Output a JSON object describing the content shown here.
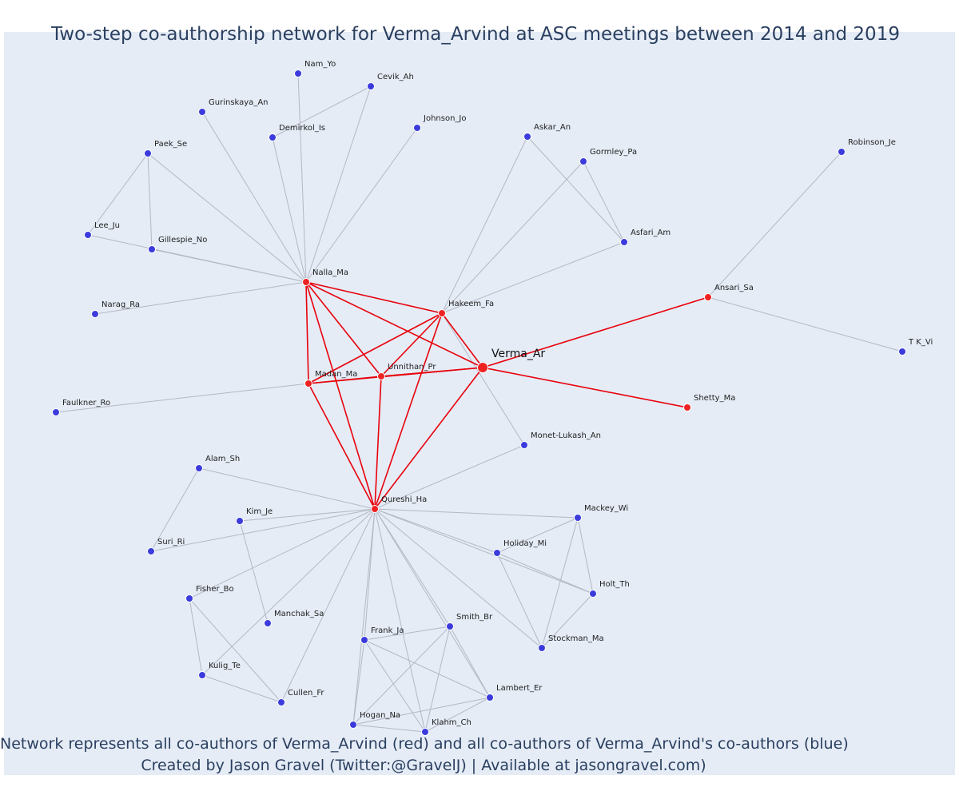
{
  "title": "Two-step co-authorship network for Verma_Arvind at ASC meetings between 2014 and 2019",
  "caption": {
    "line1": "Network represents all co-authors of Verma_Arvind (red) and all co-authors of Verma_Arvind's co-authors (blue)",
    "line2": "Created by Jason Gravel (Twitter:@GravelJ) | Available at jasongravel.com)"
  },
  "colors": {
    "background": "#e5ecf6",
    "red_node": "#ee2222",
    "blue_node": "#3b3bdd",
    "red_edge": "#e8000b",
    "grey_edge": "#b4b8c4"
  },
  "nodes": [
    {
      "id": "Verma_Ar",
      "label": "Verma_Ar",
      "group": "center"
    },
    {
      "id": "Nalla_Ma",
      "label": "Nalla_Ma",
      "group": "red"
    },
    {
      "id": "Hakeem_Fa",
      "label": "Hakeem_Fa",
      "group": "red"
    },
    {
      "id": "Unnithan_Pr",
      "label": "Unnithan_Pr",
      "group": "red"
    },
    {
      "id": "Madan_Ma",
      "label": "Madan_Ma",
      "group": "red"
    },
    {
      "id": "Qureshi_Ha",
      "label": "Qureshi_Ha",
      "group": "red"
    },
    {
      "id": "Ansari_Sa",
      "label": "Ansari_Sa",
      "group": "red"
    },
    {
      "id": "Shetty_Ma",
      "label": "Shetty_Ma",
      "group": "red"
    },
    {
      "id": "Nam_Yo",
      "label": "Nam_Yo",
      "group": "blue"
    },
    {
      "id": "Cevik_Ah",
      "label": "Cevik_Ah",
      "group": "blue"
    },
    {
      "id": "Gurinskaya_An",
      "label": "Gurinskaya_An",
      "group": "blue"
    },
    {
      "id": "Demirkol_Is",
      "label": "Demirkol_Is",
      "group": "blue"
    },
    {
      "id": "Johnson_Jo",
      "label": "Johnson_Jo",
      "group": "blue"
    },
    {
      "id": "Askar_An",
      "label": "Askar_An",
      "group": "blue"
    },
    {
      "id": "Paek_Se",
      "label": "Paek_Se",
      "group": "blue"
    },
    {
      "id": "Gormley_Pa",
      "label": "Gormley_Pa",
      "group": "blue"
    },
    {
      "id": "Robinson_Je",
      "label": "Robinson_Je",
      "group": "blue"
    },
    {
      "id": "Lee_Ju",
      "label": "Lee_Ju",
      "group": "blue"
    },
    {
      "id": "Gillespie_No",
      "label": "Gillespie_No",
      "group": "blue"
    },
    {
      "id": "Asfari_Am",
      "label": "Asfari_Am",
      "group": "blue"
    },
    {
      "id": "Narag_Ra",
      "label": "Narag_Ra",
      "group": "blue"
    },
    {
      "id": "T K_Vi",
      "label": "T K_Vi",
      "group": "blue"
    },
    {
      "id": "Faulkner_Ro",
      "label": "Faulkner_Ro",
      "group": "blue"
    },
    {
      "id": "Monet-Lukash_An",
      "label": "Monet-Lukash_An",
      "group": "blue"
    },
    {
      "id": "Alam_Sh",
      "label": "Alam_Sh",
      "group": "blue"
    },
    {
      "id": "Kim_Je",
      "label": "Kim_Je",
      "group": "blue"
    },
    {
      "id": "Mackey_Wi",
      "label": "Mackey_Wi",
      "group": "blue"
    },
    {
      "id": "Suri_Ri",
      "label": "Suri_Ri",
      "group": "blue"
    },
    {
      "id": "Holiday_Mi",
      "label": "Holiday_Mi",
      "group": "blue"
    },
    {
      "id": "Fisher_Bo",
      "label": "Fisher_Bo",
      "group": "blue"
    },
    {
      "id": "Holt_Th",
      "label": "Holt_Th",
      "group": "blue"
    },
    {
      "id": "Manchak_Sa",
      "label": "Manchak_Sa",
      "group": "blue"
    },
    {
      "id": "Smith_Br",
      "label": "Smith_Br",
      "group": "blue"
    },
    {
      "id": "Frank_Ja",
      "label": "Frank_Ja",
      "group": "blue"
    },
    {
      "id": "Stockman_Ma",
      "label": "Stockman_Ma",
      "group": "blue"
    },
    {
      "id": "Kulig_Te",
      "label": "Kulig_Te",
      "group": "blue"
    },
    {
      "id": "Cullen_Fr",
      "label": "Cullen_Fr",
      "group": "blue"
    },
    {
      "id": "Lambert_Er",
      "label": "Lambert_Er",
      "group": "blue"
    },
    {
      "id": "Hogan_Na",
      "label": "Hogan_Na",
      "group": "blue"
    },
    {
      "id": "Klahm_Ch",
      "label": "Klahm_Ch",
      "group": "blue"
    }
  ],
  "edges": [
    [
      "Verma_Ar",
      "Nalla_Ma",
      "red"
    ],
    [
      "Verma_Ar",
      "Hakeem_Fa",
      "red"
    ],
    [
      "Verma_Ar",
      "Unnithan_Pr",
      "red"
    ],
    [
      "Verma_Ar",
      "Madan_Ma",
      "red"
    ],
    [
      "Verma_Ar",
      "Qureshi_Ha",
      "red"
    ],
    [
      "Verma_Ar",
      "Ansari_Sa",
      "red"
    ],
    [
      "Verma_Ar",
      "Shetty_Ma",
      "red"
    ],
    [
      "Nalla_Ma",
      "Hakeem_Fa",
      "red"
    ],
    [
      "Nalla_Ma",
      "Unnithan_Pr",
      "red"
    ],
    [
      "Nalla_Ma",
      "Madan_Ma",
      "red"
    ],
    [
      "Nalla_Ma",
      "Qureshi_Ha",
      "red"
    ],
    [
      "Hakeem_Fa",
      "Unnithan_Pr",
      "red"
    ],
    [
      "Hakeem_Fa",
      "Madan_Ma",
      "red"
    ],
    [
      "Hakeem_Fa",
      "Qureshi_Ha",
      "red"
    ],
    [
      "Unnithan_Pr",
      "Madan_Ma",
      "red"
    ],
    [
      "Unnithan_Pr",
      "Qureshi_Ha",
      "red"
    ],
    [
      "Madan_Ma",
      "Qureshi_Ha",
      "red"
    ],
    [
      "Nalla_Ma",
      "Nam_Yo",
      "grey"
    ],
    [
      "Nalla_Ma",
      "Cevik_Ah",
      "grey"
    ],
    [
      "Nalla_Ma",
      "Gurinskaya_An",
      "grey"
    ],
    [
      "Nalla_Ma",
      "Demirkol_Is",
      "grey"
    ],
    [
      "Nalla_Ma",
      "Johnson_Jo",
      "grey"
    ],
    [
      "Nalla_Ma",
      "Paek_Se",
      "grey"
    ],
    [
      "Nalla_Ma",
      "Lee_Ju",
      "grey"
    ],
    [
      "Nalla_Ma",
      "Gillespie_No",
      "grey"
    ],
    [
      "Nalla_Ma",
      "Narag_Ra",
      "grey"
    ],
    [
      "Demirkol_Is",
      "Cevik_Ah",
      "grey"
    ],
    [
      "Paek_Se",
      "Lee_Ju",
      "grey"
    ],
    [
      "Paek_Se",
      "Gillespie_No",
      "grey"
    ],
    [
      "Hakeem_Fa",
      "Askar_An",
      "grey"
    ],
    [
      "Hakeem_Fa",
      "Gormley_Pa",
      "grey"
    ],
    [
      "Hakeem_Fa",
      "Asfari_Am",
      "grey"
    ],
    [
      "Hakeem_Fa",
      "Monet-Lukash_An",
      "grey"
    ],
    [
      "Askar_An",
      "Asfari_Am",
      "grey"
    ],
    [
      "Gormley_Pa",
      "Asfari_Am",
      "grey"
    ],
    [
      "Ansari_Sa",
      "Robinson_Je",
      "grey"
    ],
    [
      "Ansari_Sa",
      "T K_Vi",
      "grey"
    ],
    [
      "Madan_Ma",
      "Faulkner_Ro",
      "grey"
    ],
    [
      "Qureshi_Ha",
      "Monet-Lukash_An",
      "grey"
    ],
    [
      "Qureshi_Ha",
      "Alam_Sh",
      "grey"
    ],
    [
      "Qureshi_Ha",
      "Kim_Je",
      "grey"
    ],
    [
      "Qureshi_Ha",
      "Suri_Ri",
      "grey"
    ],
    [
      "Qureshi_Ha",
      "Mackey_Wi",
      "grey"
    ],
    [
      "Qureshi_Ha",
      "Holiday_Mi",
      "grey"
    ],
    [
      "Qureshi_Ha",
      "Holt_Th",
      "grey"
    ],
    [
      "Qureshi_Ha",
      "Fisher_Bo",
      "grey"
    ],
    [
      "Qureshi_Ha",
      "Kulig_Te",
      "grey"
    ],
    [
      "Qureshi_Ha",
      "Cullen_Fr",
      "grey"
    ],
    [
      "Qureshi_Ha",
      "Frank_Ja",
      "grey"
    ],
    [
      "Qureshi_Ha",
      "Hogan_Na",
      "grey"
    ],
    [
      "Qureshi_Ha",
      "Klahm_Ch",
      "grey"
    ],
    [
      "Qureshi_Ha",
      "Smith_Br",
      "grey"
    ],
    [
      "Qureshi_Ha",
      "Lambert_Er",
      "grey"
    ],
    [
      "Qureshi_Ha",
      "Stockman_Ma",
      "grey"
    ],
    [
      "Alam_Sh",
      "Suri_Ri",
      "grey"
    ],
    [
      "Kim_Je",
      "Manchak_Sa",
      "grey"
    ],
    [
      "Mackey_Wi",
      "Holiday_Mi",
      "grey"
    ],
    [
      "Mackey_Wi",
      "Holt_Th",
      "grey"
    ],
    [
      "Mackey_Wi",
      "Stockman_Ma",
      "grey"
    ],
    [
      "Holiday_Mi",
      "Holt_Th",
      "grey"
    ],
    [
      "Holiday_Mi",
      "Stockman_Ma",
      "grey"
    ],
    [
      "Holt_Th",
      "Stockman_Ma",
      "grey"
    ],
    [
      "Fisher_Bo",
      "Kulig_Te",
      "grey"
    ],
    [
      "Fisher_Bo",
      "Cullen_Fr",
      "grey"
    ],
    [
      "Kulig_Te",
      "Cullen_Fr",
      "grey"
    ],
    [
      "Frank_Ja",
      "Smith_Br",
      "grey"
    ],
    [
      "Frank_Ja",
      "Hogan_Na",
      "grey"
    ],
    [
      "Frank_Ja",
      "Klahm_Ch",
      "grey"
    ],
    [
      "Frank_Ja",
      "Lambert_Er",
      "grey"
    ],
    [
      "Smith_Br",
      "Hogan_Na",
      "grey"
    ],
    [
      "Smith_Br",
      "Klahm_Ch",
      "grey"
    ],
    [
      "Smith_Br",
      "Lambert_Er",
      "grey"
    ],
    [
      "Hogan_Na",
      "Klahm_Ch",
      "grey"
    ],
    [
      "Hogan_Na",
      "Lambert_Er",
      "grey"
    ],
    [
      "Klahm_Ch",
      "Lambert_Er",
      "grey"
    ]
  ]
}
